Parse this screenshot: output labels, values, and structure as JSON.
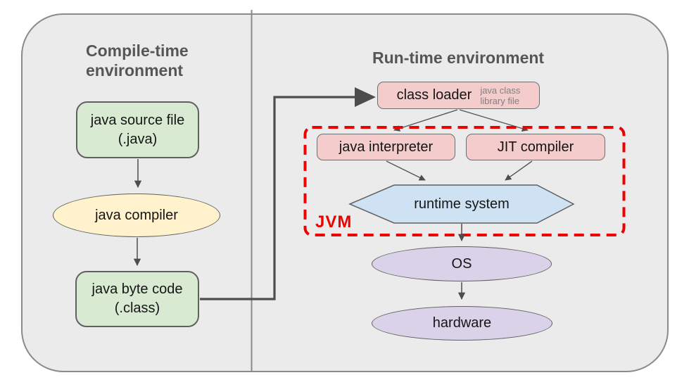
{
  "titles": {
    "compile_line1": "Compile-time",
    "compile_line2": "environment",
    "runtime": "Run-time environment"
  },
  "nodes": {
    "source": {
      "line1": "java source file",
      "line2": "(.java)"
    },
    "compiler": {
      "label": "java compiler"
    },
    "bytecode": {
      "line1": "java byte code",
      "line2": "(.class)"
    },
    "classloader": {
      "label": "class loader",
      "note1": "java class",
      "note2": "library file"
    },
    "interpreter": {
      "label": "java interpreter"
    },
    "jit": {
      "label": "JIT compiler"
    },
    "runtime": {
      "label": "runtime system"
    },
    "os": {
      "label": "OS"
    },
    "hardware": {
      "label": "hardware"
    }
  },
  "jvm": {
    "label": "JVM"
  },
  "colors": {
    "green": "#d9ead3",
    "yellow": "#fff2cc",
    "pink": "#f4cccc",
    "blue": "#cfe2f3",
    "purple": "#d9d2e9",
    "jvm_red": "#ee0000",
    "canvas_bg": "#ebebeb",
    "shape_border": "#606060",
    "title_text": "#565656",
    "label_text": "#151515",
    "note_text": "#818181",
    "line": "#4d4d4d",
    "page_bg": "#ffffff"
  }
}
